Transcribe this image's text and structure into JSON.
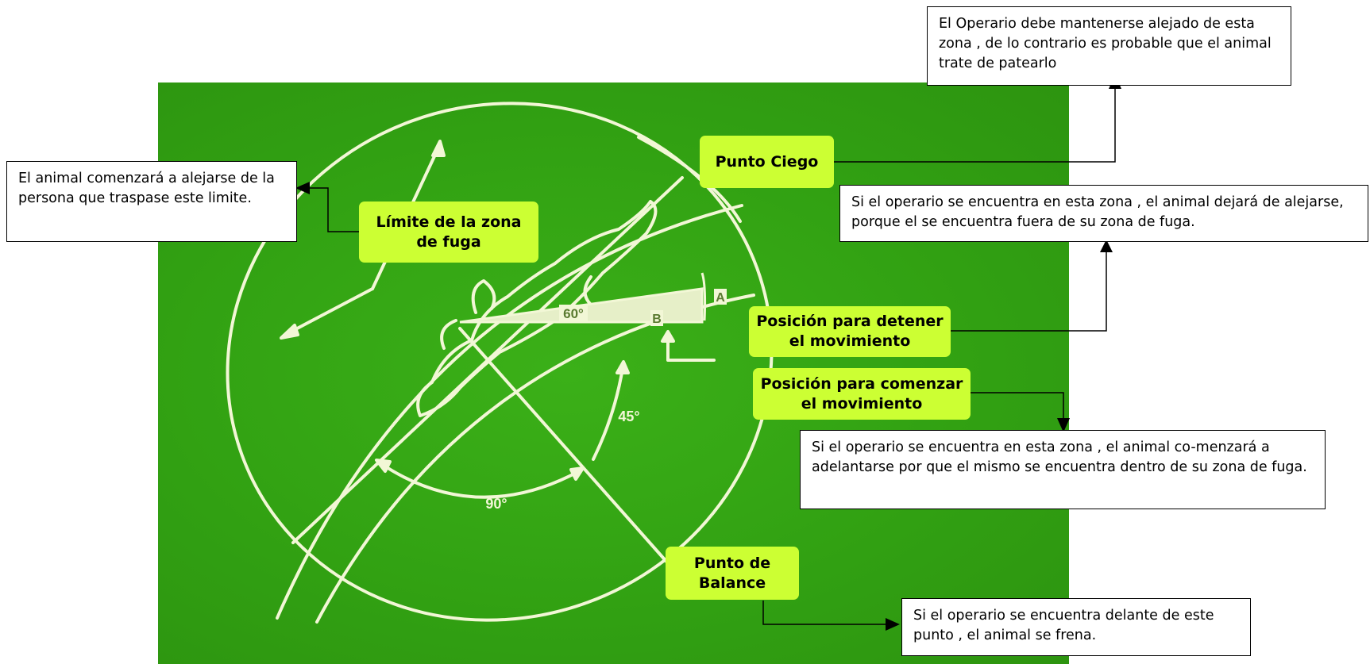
{
  "diagram": {
    "background_color": "#35a314",
    "line_color": "#f2f7d6",
    "label_color": "#ccff33"
  },
  "labels": {
    "limite_zona_fuga": "Límite de la zona de fuga",
    "punto_ciego": "Punto Ciego",
    "posicion_detener": "Posición para detener el movimiento",
    "posicion_comenzar": "Posición para comenzar el movimiento",
    "punto_balance": "Punto de Balance"
  },
  "callouts": {
    "limite": "El animal comenzará a alejarse de la persona que traspase este limite.",
    "punto_ciego": "El Operario debe mantenerse alejado de esta zona , de lo contrario es probable que el animal trate de patearlo",
    "detener": "Si el operario se encuentra en esta zona , el animal dejará de alejarse, porque el se encuentra fuera de su zona de fuga.",
    "comenzar": "Si el operario se encuentra en esta zona , el animal co-menzará a adelantarse por que el mismo se encuentra dentro de su zona de fuga.",
    "balance": "Si el operario se encuentra delante de este punto , el animal  se frena."
  },
  "photo_marks": {
    "angle_60": "60°",
    "angle_45": "45°",
    "angle_90": "90°",
    "point_a": "A",
    "point_b": "B"
  }
}
